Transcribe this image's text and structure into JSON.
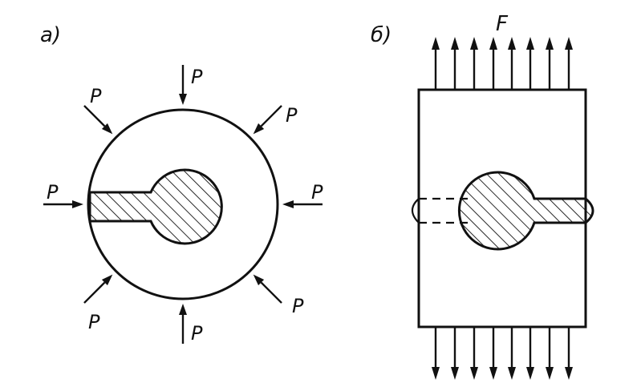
{
  "panels": {
    "a": {
      "label": "a)",
      "load_label": "P"
    },
    "b": {
      "label": "б)",
      "force_label": "F"
    }
  },
  "colors": {
    "ink": "#111111",
    "background": "#ffffff"
  }
}
